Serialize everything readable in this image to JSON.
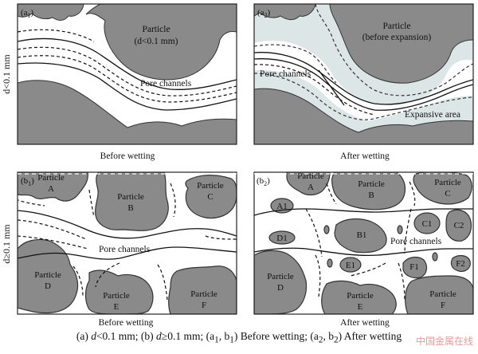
{
  "row_labels": {
    "top": "d<0.1 mm",
    "bottom": "d≥0.1 mm"
  },
  "panels": {
    "a1": {
      "tag": "(a1)",
      "particle_title": "Particle",
      "particle_size": "(d<0.1 mm)",
      "pore": "Pore channels",
      "caption": "Before wetting"
    },
    "a2": {
      "tag": "(a2)",
      "particle_title": "Particle",
      "particle_sub": "(before expansion)",
      "pore": "Pore channels",
      "expansive": "Expansive area",
      "caption": "After wetting"
    },
    "b1": {
      "tag": "(b1)",
      "particles": [
        "Particle",
        "A",
        "Particle",
        "B",
        "Particle",
        "C",
        "Particle",
        "D",
        "Particle",
        "E",
        "Particle",
        "F"
      ],
      "pore": "Pore channels",
      "caption": "Before wetting"
    },
    "b2": {
      "tag": "(b2)",
      "particles": [
        "Particle",
        "A",
        "Particle",
        "B",
        "Particle",
        "C",
        "Particle",
        "D",
        "Particle",
        "E",
        "Particle",
        "F"
      ],
      "fragments": [
        "A1",
        "B1",
        "C1",
        "C2",
        "D1",
        "E1",
        "F1",
        "F2"
      ],
      "pore": "Pore channels",
      "caption": "After wetting"
    }
  },
  "caption": {
    "a": "(a) ",
    "a_var": "d",
    "a_rest": "<0.1 mm; (b) ",
    "b_var": "d",
    "b_rest": "≥0.1 mm; (a",
    "sub1": "1",
    "mid1": ", b",
    "sub2": "1",
    "mid2": ") Before wetting; (a",
    "sub3": "2",
    "mid3": ", b",
    "sub4": "2",
    "end": ") After wetting"
  },
  "watermark": "中国金属在线"
}
